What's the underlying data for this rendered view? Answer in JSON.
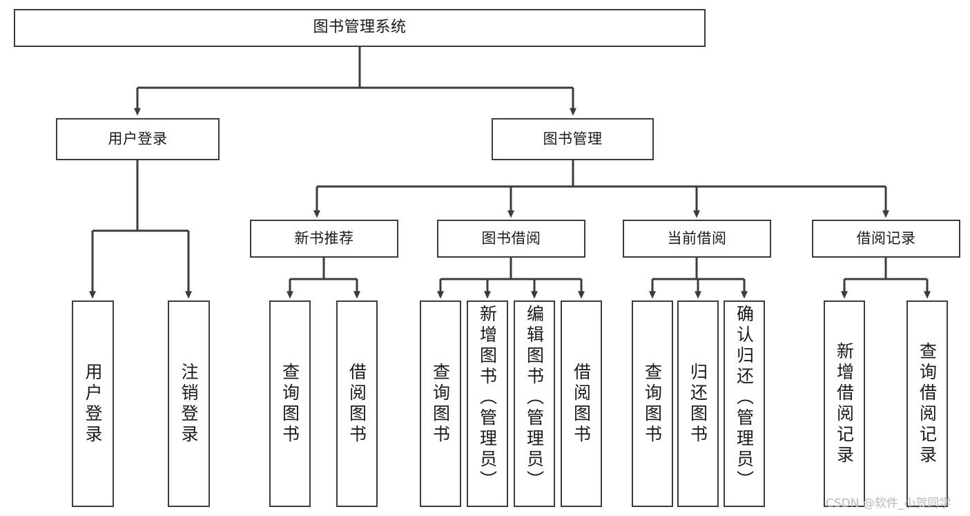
{
  "diagram": {
    "title_node": {
      "label": "图书管理系统"
    },
    "level1": [
      {
        "id": "user-login",
        "label": "用户登录"
      },
      {
        "id": "book-management",
        "label": "图书管理"
      }
    ],
    "level2": [
      {
        "id": "new-book-recommend",
        "label": "新书推荐"
      },
      {
        "id": "book-borrow",
        "label": "图书借阅"
      },
      {
        "id": "current-borrow",
        "label": "当前借阅"
      },
      {
        "id": "borrow-record",
        "label": "借阅记录"
      }
    ],
    "leaves": {
      "user_login": [
        {
          "id": "leaf-user-login",
          "label": "用户登录"
        },
        {
          "id": "leaf-logout",
          "label": "注销登录"
        }
      ],
      "new_book_recommend": [
        {
          "id": "leaf-query-book-1",
          "label": "查询图书"
        },
        {
          "id": "leaf-borrow-book-1",
          "label": "借阅图书"
        }
      ],
      "book_borrow": [
        {
          "id": "leaf-query-book-2",
          "label": "查询图书"
        },
        {
          "id": "leaf-add-book",
          "label": "新增图书（管理员）"
        },
        {
          "id": "leaf-edit-book",
          "label": "编辑图书（管理员）"
        },
        {
          "id": "leaf-borrow-book-2",
          "label": "借阅图书"
        }
      ],
      "current_borrow": [
        {
          "id": "leaf-query-book-3",
          "label": "查询图书"
        },
        {
          "id": "leaf-return-book",
          "label": "归还图书"
        },
        {
          "id": "leaf-confirm-return",
          "label": "确认归还（管理员）"
        }
      ],
      "borrow_record": [
        {
          "id": "leaf-add-record",
          "label": "新增借阅记录"
        },
        {
          "id": "leaf-query-record",
          "label": "查询借阅记录"
        }
      ]
    }
  },
  "watermark": {
    "text": "CSDN @软件_小贺同学"
  },
  "colors": {
    "border": "#3b3b3b",
    "background": "#ffffff",
    "text": "#1a1a1a",
    "watermark": "#b9b9b9"
  }
}
